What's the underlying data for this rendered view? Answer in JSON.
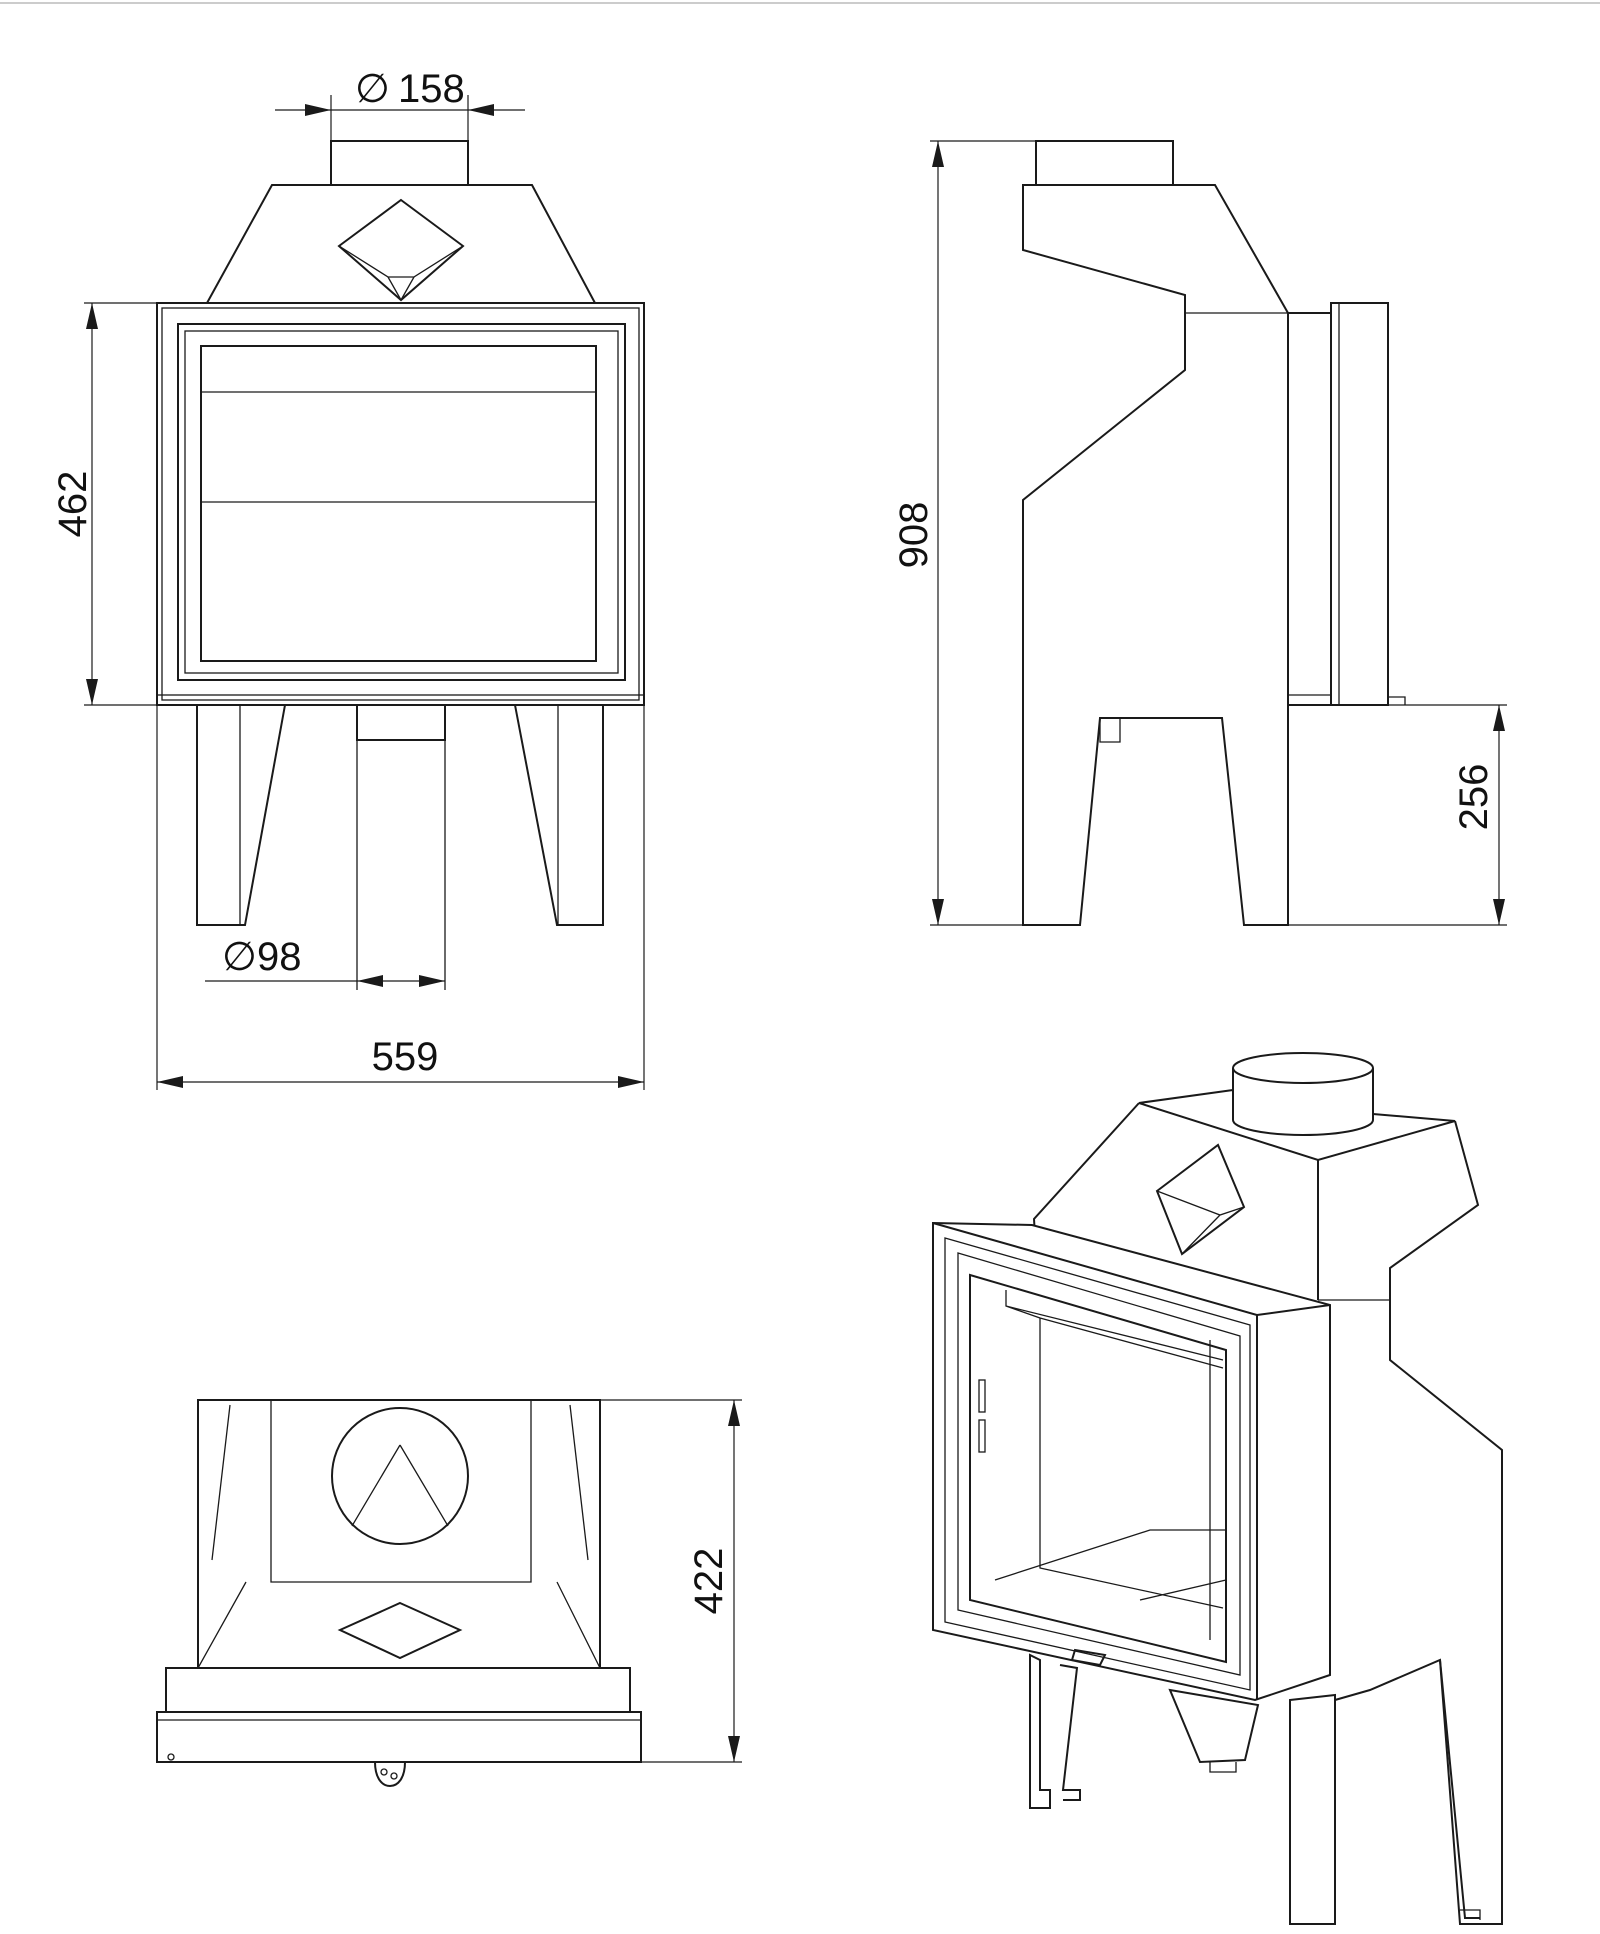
{
  "dimensions": {
    "flue_diameter": "158",
    "air_inlet_diameter": "98",
    "front_height": "462",
    "width": "559",
    "total_height": "908",
    "door_bottom_height": "256",
    "depth": "422"
  },
  "symbols": {
    "diameter": "∅"
  },
  "colors": {
    "line": "#1a1a1a",
    "background": "#ffffff"
  }
}
